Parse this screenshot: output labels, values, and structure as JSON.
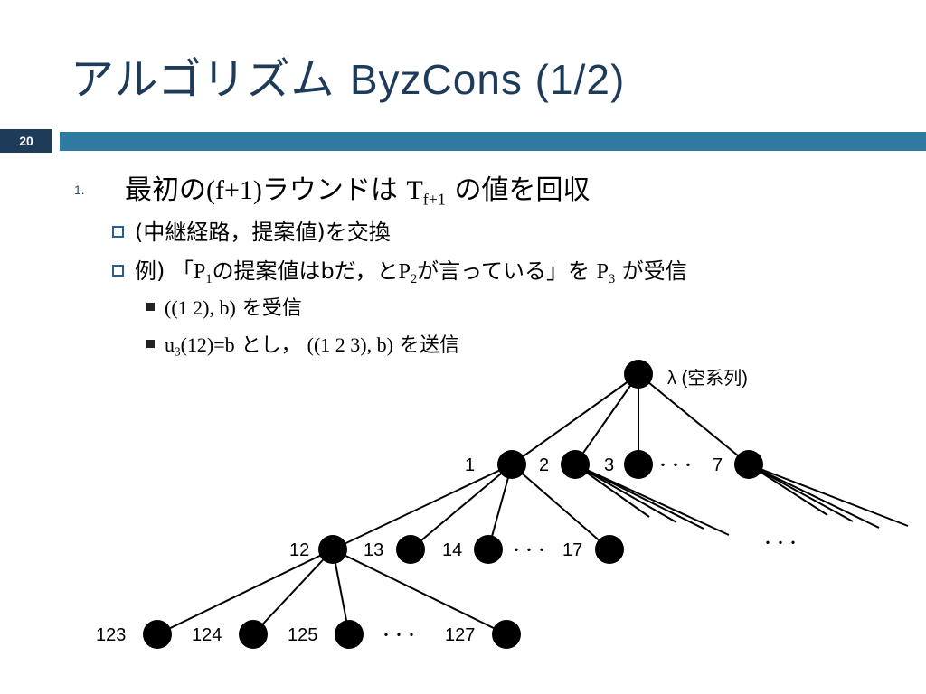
{
  "slide": {
    "title_jp": "アルゴリズム",
    "title_en": "ByzCons (1/2)",
    "slide_number": "20"
  },
  "body": {
    "item1": {
      "number": "1.",
      "text_a": "最初の",
      "text_b": "(f+1)",
      "text_c": "ラウンドは ",
      "T": "T",
      "T_sub": "f+1",
      "text_d": " の値を回収"
    },
    "bullet1": "(中継経路，提案値)を交換",
    "bullet2": {
      "a": "例) 「",
      "P1": "P",
      "P1_sub": "1",
      "b": "の提案値はbだ，と",
      "P2": "P",
      "P2_sub": "2",
      "c": "が言っている」を ",
      "P3": "P",
      "P3_sub": "3",
      "d": " が受信"
    },
    "sub1": {
      "a": "((1 2), b)",
      "b": " を受信"
    },
    "sub2": {
      "u": "u",
      "u_sub": "3",
      "a": "(12)=b",
      "b": " とし， ",
      "c": "((1 2 3), b)",
      "d": " を送信"
    }
  },
  "tree": {
    "root_label": "λ (空系列)",
    "level1_labels": [
      "1",
      "2",
      "3",
      "7"
    ],
    "level2_labels": [
      "12",
      "13",
      "14",
      "17"
    ],
    "level3_labels": [
      "123",
      "124",
      "125",
      "127"
    ],
    "ellipsis": "･･･"
  }
}
